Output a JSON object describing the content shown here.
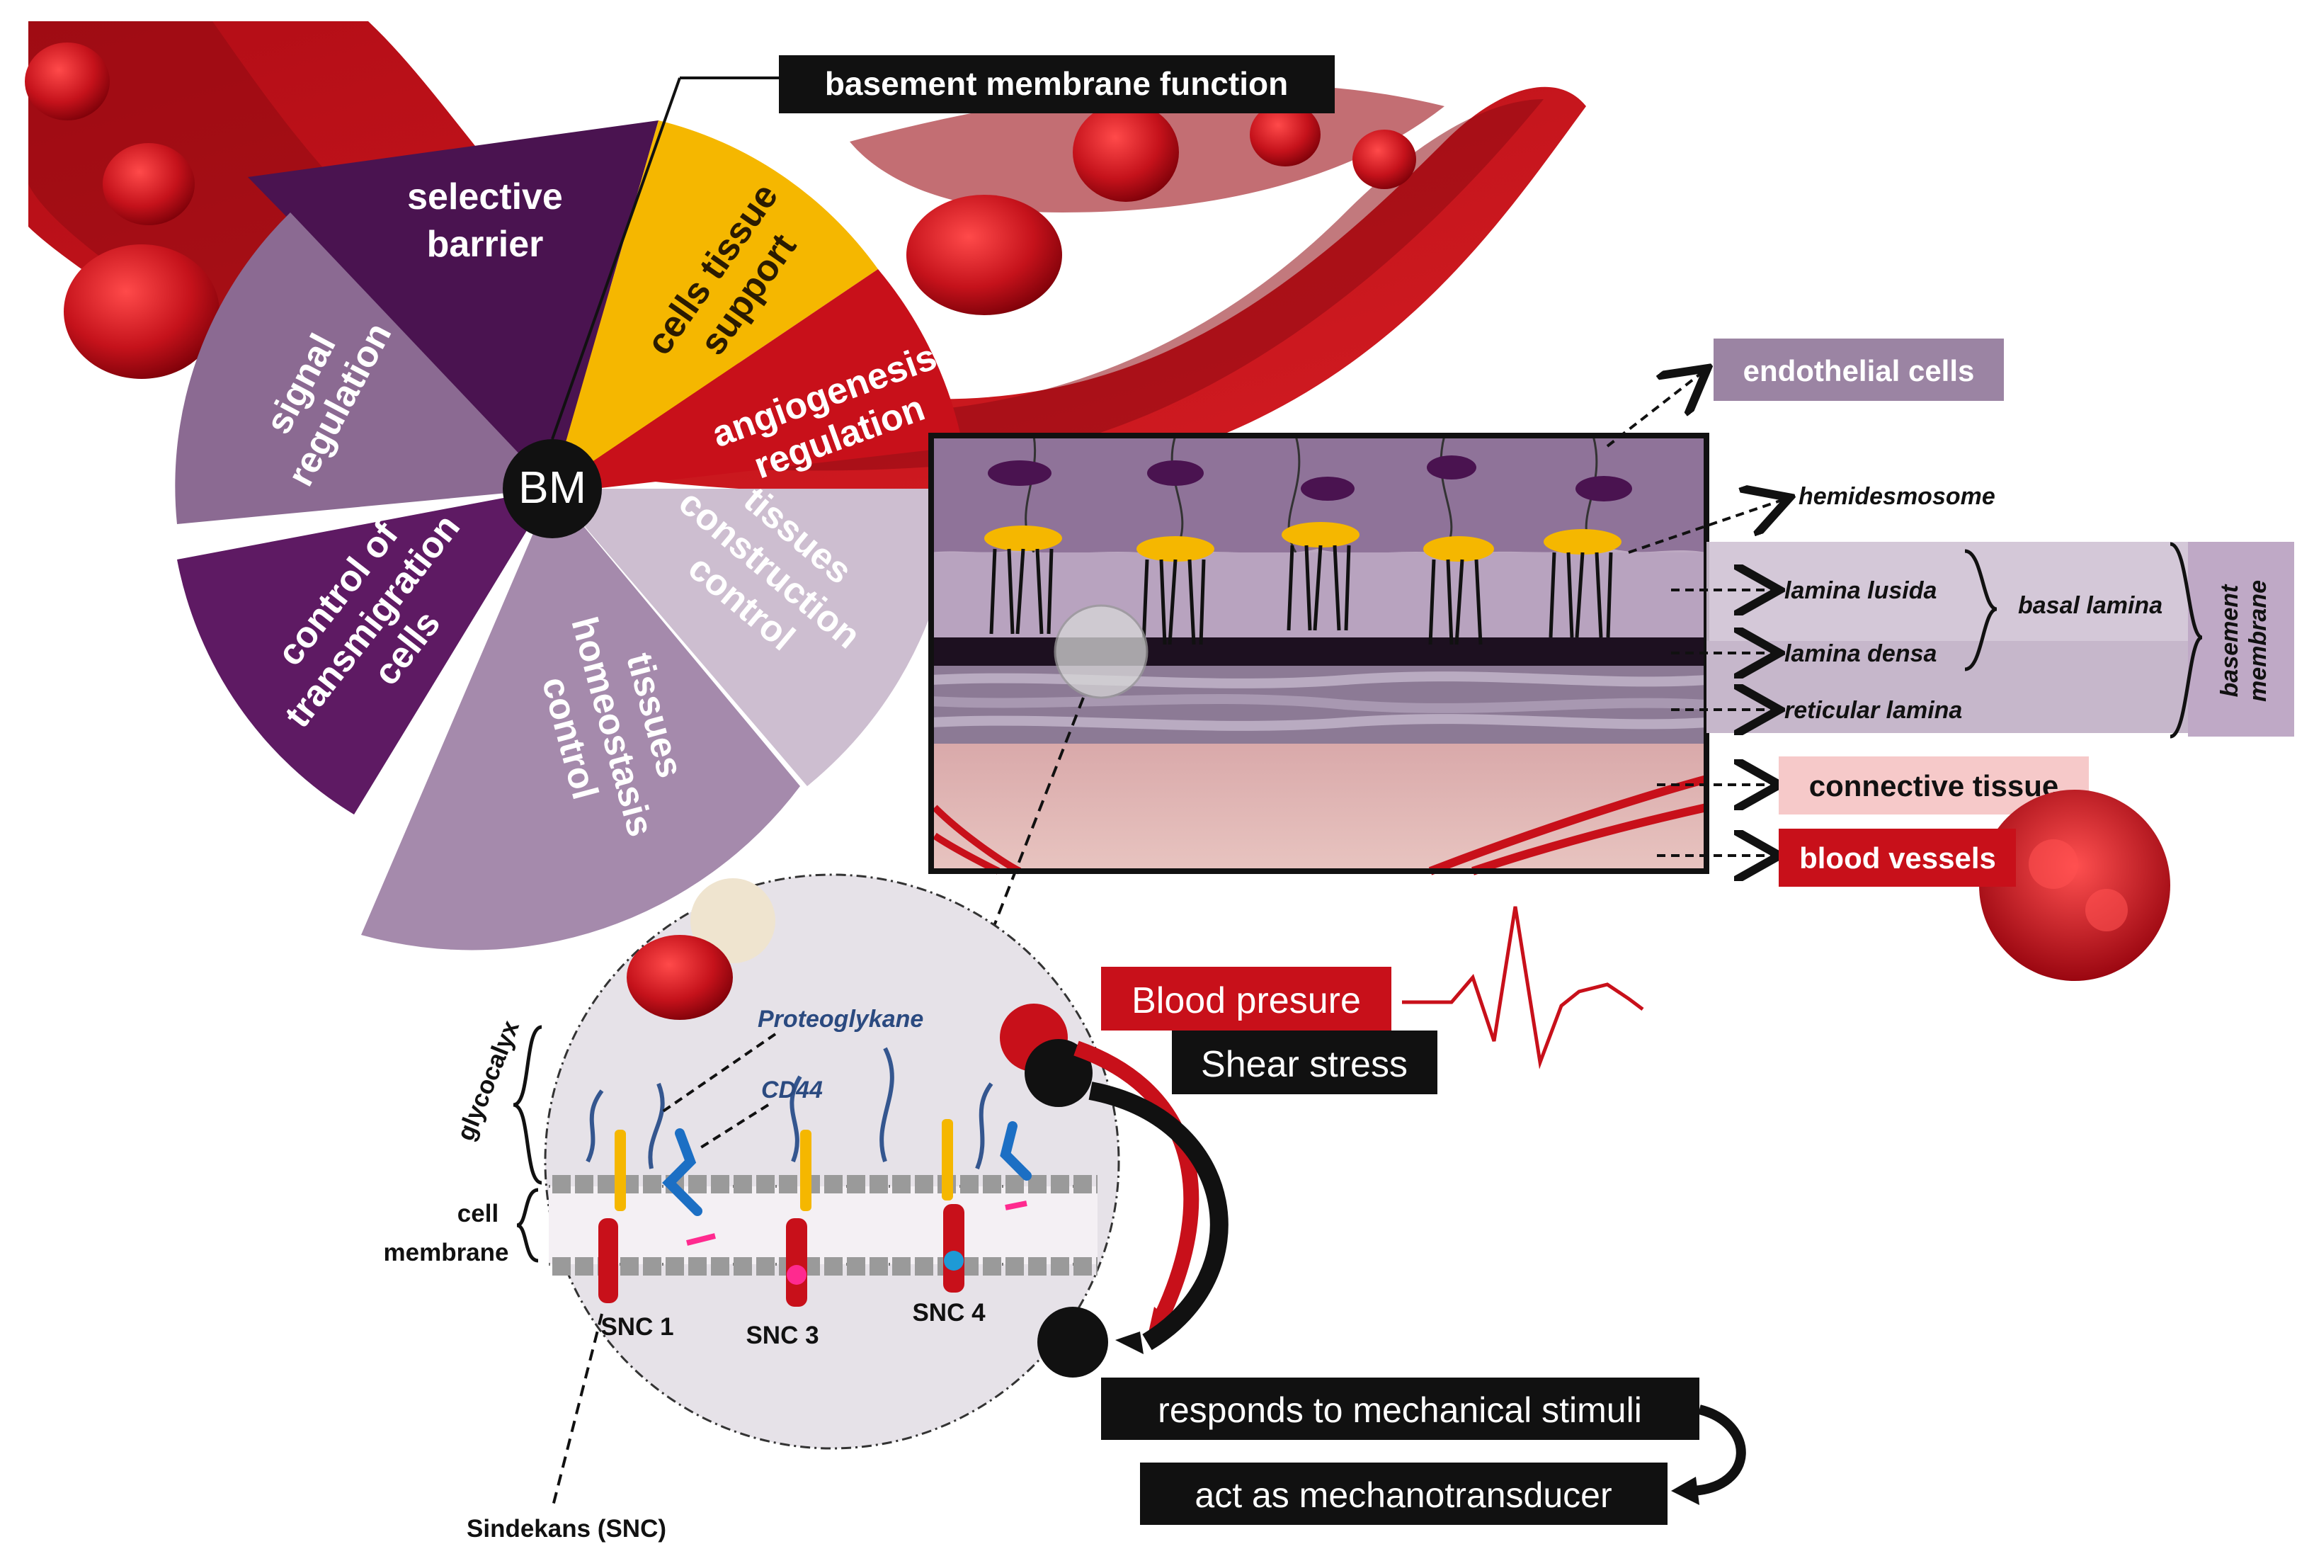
{
  "title": "basement membrane function",
  "center_label": "BM",
  "functions": {
    "selective_barrier": [
      "selective",
      "barrier"
    ],
    "cells_tissue_support": [
      "cells tissue",
      "support"
    ],
    "angiogenesis_regulation": [
      "angiogenesis",
      "regulation"
    ],
    "tissues_construction_control": [
      "tissues",
      "construction",
      "control"
    ],
    "tissues_homeostasis_control": [
      "tissues",
      "homeostasis",
      "control"
    ],
    "control_of_transmigration_cells": [
      "control of",
      "transmigration",
      "cells"
    ],
    "signal_regulation": [
      "signal",
      "regulation"
    ]
  },
  "layers": {
    "endothelial_cells": "endothelial cells",
    "hemidesmosome": "hemidesmosome",
    "lamina_lusida": "lamina lusida",
    "lamina_densa": "lamina densa",
    "reticular_lamina": "reticular lamina",
    "basal_lamina": "basal lamina",
    "basement_membrane": [
      "basement",
      "membrane"
    ],
    "connective_tissue": "connective tissue",
    "blood_vessels": "blood vessels"
  },
  "cell_detail": {
    "proteoglykane": "Proteoglykane",
    "cd44": "CD44",
    "glycocalyx": "glycocalyx",
    "cell_membrane": [
      "cell",
      "membrane"
    ],
    "snc1": "SNC 1",
    "snc3": "SNC 3",
    "snc4": "SNC 4",
    "sindekans": "Sindekans (SNC)"
  },
  "mechanics": {
    "blood_pressure": "Blood presure",
    "shear_stress": "Shear stress",
    "responds": "responds to mechanical stimuli",
    "mechanotransducer": "act as mechanotransducer"
  },
  "colors": {
    "blood_red": "#c8101a",
    "dark_purple": "#4a1350",
    "mid_purple": "#8b6a92",
    "light_purple": "#a58aac",
    "pale_purple": "#cdbed0",
    "gold": "#f5b700",
    "label_purple": "#9b84a3",
    "connective_pink": "#f6c9c9"
  }
}
